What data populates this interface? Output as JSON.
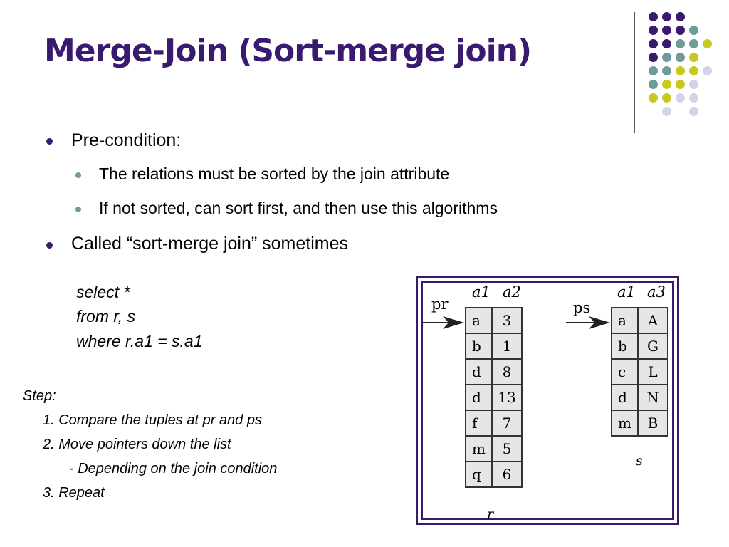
{
  "title": "Merge-Join (Sort-merge join)",
  "bullets": [
    {
      "text": "Pre-condition:",
      "sub": [
        "The relations must be sorted by the join attribute",
        "If not sorted, can sort first, and then use this algorithms"
      ]
    },
    {
      "text": "Called “sort-merge join” sometimes",
      "sub": []
    }
  ],
  "query": [
    "select *",
    "from r, s",
    "where r.a1 = s.a1"
  ],
  "steps": {
    "heading": "Step:",
    "items": [
      "1. Compare the tuples at pr and ps",
      "2. Move pointers down the list",
      "- Depending on the join condition",
      "3. Repeat"
    ]
  },
  "figure": {
    "pointer_r": "pr",
    "pointer_s": "ps",
    "relation_r": {
      "name": "r",
      "columns": [
        "a1",
        "a2"
      ],
      "rows": [
        [
          "a",
          "3"
        ],
        [
          "b",
          "1"
        ],
        [
          "d",
          "8"
        ],
        [
          "d",
          "13"
        ],
        [
          "f",
          "7"
        ],
        [
          "m",
          "5"
        ],
        [
          "q",
          "6"
        ]
      ]
    },
    "relation_s": {
      "name": "s",
      "columns": [
        "a1",
        "a3"
      ],
      "rows": [
        [
          "a",
          "A"
        ],
        [
          "b",
          "G"
        ],
        [
          "c",
          "L"
        ],
        [
          "d",
          "N"
        ],
        [
          "m",
          "B"
        ]
      ]
    }
  },
  "colors": {
    "purple": "#3a1a6e",
    "teal": "#6f9b9b",
    "lime": "#c8c820",
    "lavender": "#d4d4e8"
  }
}
